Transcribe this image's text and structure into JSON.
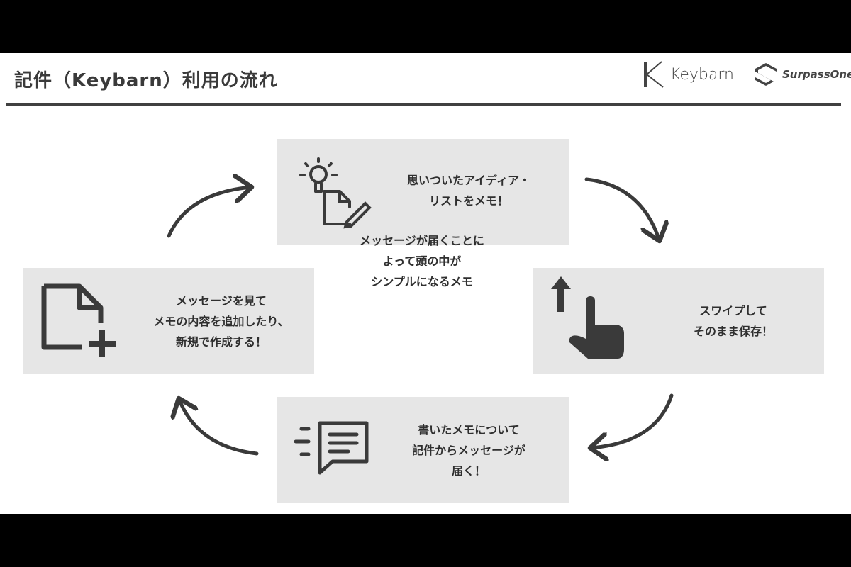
{
  "header": {
    "title": "記件（Keybarn）利用の流れ",
    "logo_keybarn": "Keybarn",
    "logo_surpass": "SurpassOne"
  },
  "center": {
    "lines": [
      "メッセージが届くことに",
      "よって頭の中が",
      "シンプルになるメモ"
    ]
  },
  "steps": {
    "top": {
      "icon": "idea-note-icon",
      "lines": [
        "思いついたアイディア・",
        "リストをメモ！"
      ]
    },
    "right": {
      "icon": "swipe-hand-icon",
      "lines": [
        "スワイプして",
        "そのまま保存！"
      ]
    },
    "bottom": {
      "icon": "message-icon",
      "lines": [
        "書いたメモについて",
        "記件からメッセージが",
        "届く！"
      ]
    },
    "left": {
      "icon": "add-file-icon",
      "lines": [
        "メッセージを見て",
        "メモの内容を追加したり、",
        "新規で作成する！"
      ]
    }
  },
  "colors": {
    "box": "#e6e6e6",
    "icon": "#3a3a3a",
    "text": "#2f2f2f"
  }
}
